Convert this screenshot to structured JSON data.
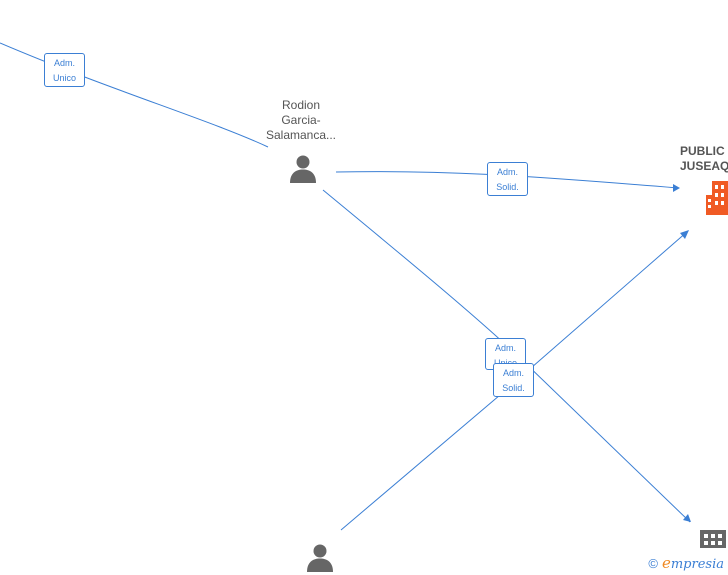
{
  "nodes": {
    "person_top": {
      "name": "Rodion\nGarcia-\nSalamanca..."
    },
    "company_top": {
      "name": "PUBLIC\nJUSEAQ",
      "color": "#f05a24"
    },
    "company_bottom": {
      "color": "#666666"
    },
    "person_bottom": {}
  },
  "edges": {
    "left_to_person": {
      "label": "Adm.\nUnico"
    },
    "person_to_company_top": {
      "label": "Adm.\nSolid."
    },
    "cross_unico": {
      "label": "Adm.\nUnico"
    },
    "cross_solid": {
      "label": "Adm.\nSolid."
    }
  },
  "footer": {
    "copyright": "©",
    "brand_initial": "e",
    "brand_rest": "mpresia"
  },
  "colors": {
    "edge": "#3b7fd4",
    "person_icon": "#666666"
  }
}
